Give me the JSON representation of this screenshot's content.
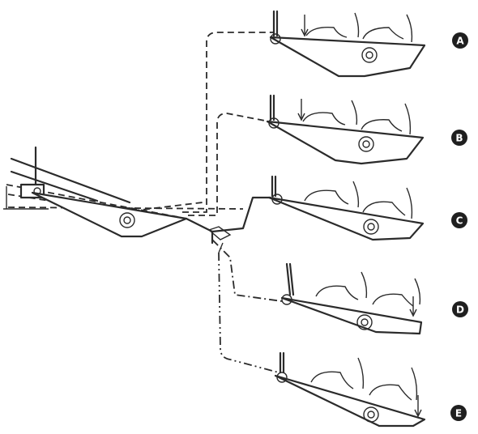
{
  "positions": [
    {
      "id": "A",
      "label": "A"
    },
    {
      "id": "B",
      "label": "B"
    },
    {
      "id": "C",
      "label": "C"
    },
    {
      "id": "D",
      "label": "D"
    },
    {
      "id": "E",
      "label": "E"
    }
  ],
  "colors": {
    "ink": "#2b2b2b",
    "badge": "#1f1f1f",
    "background": "#ffffff"
  }
}
